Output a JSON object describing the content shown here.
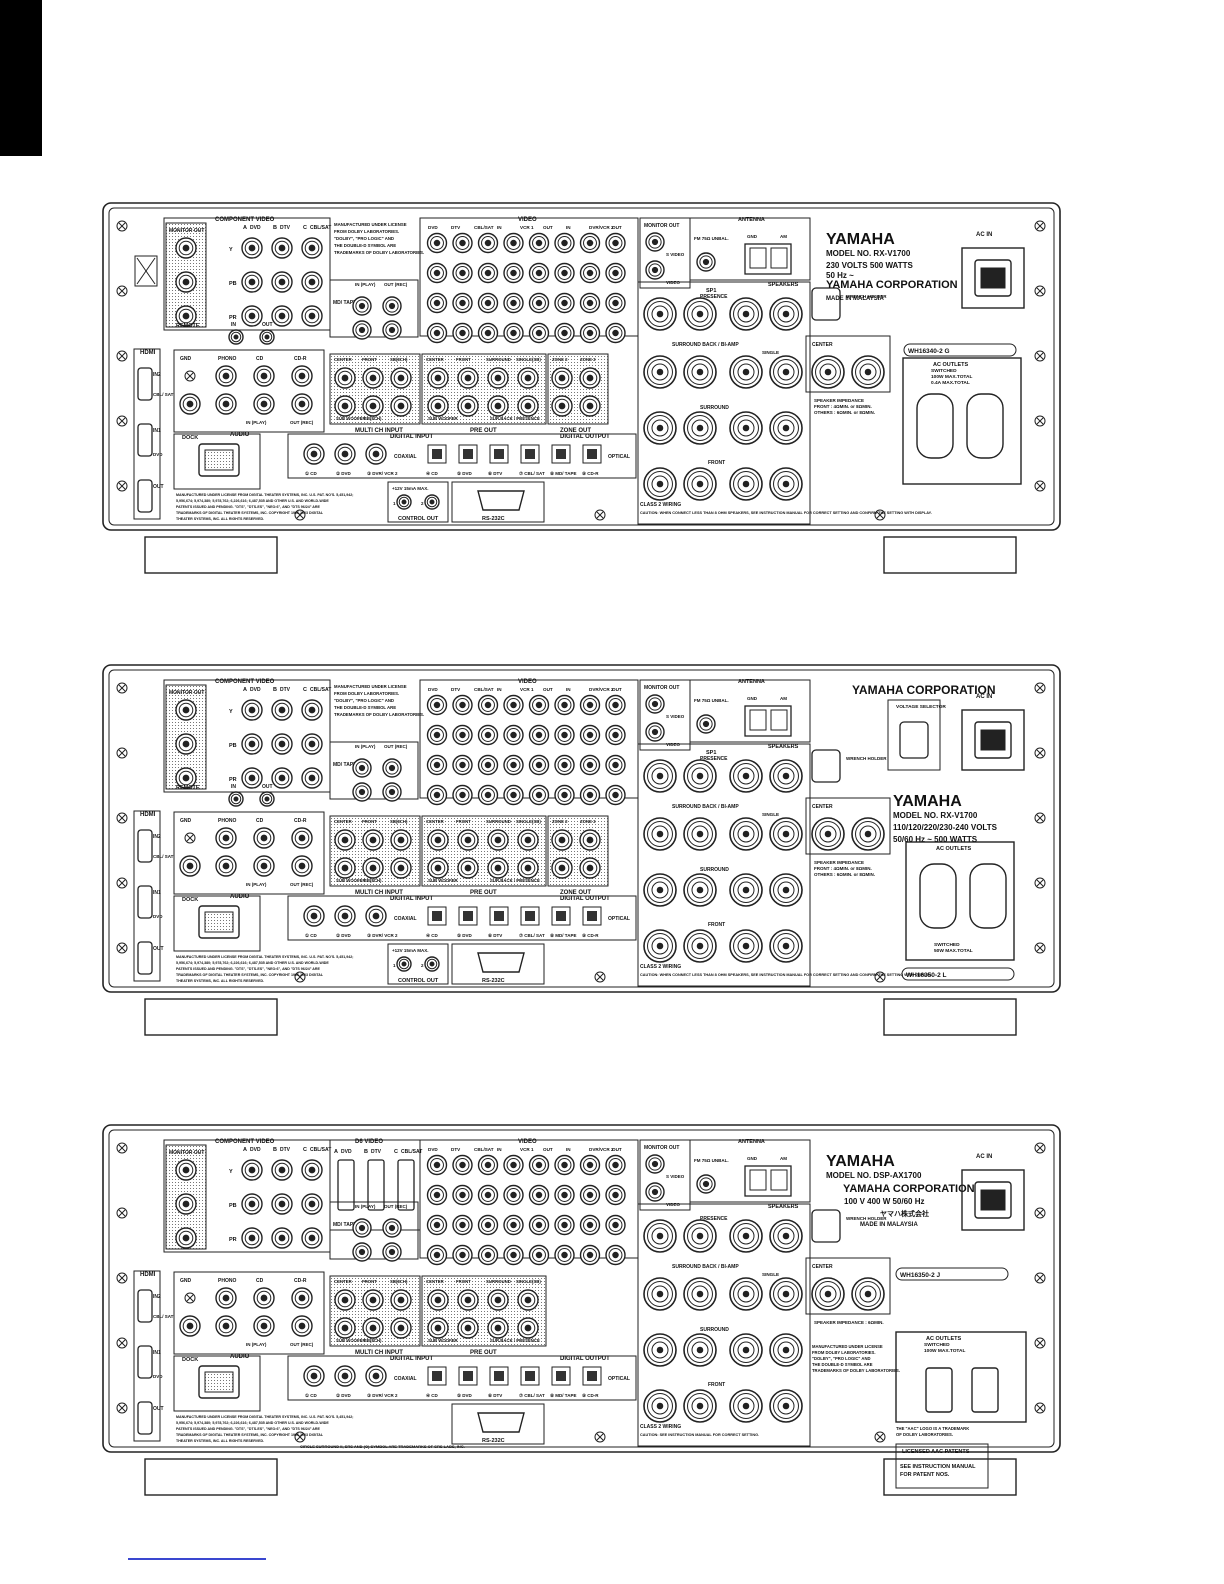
{
  "panels": [
    {
      "component_video": {
        "title": "COMPONENT VIDEO",
        "monitor_out": "MONITOR OUT",
        "inputs": [
          "DVD",
          "DTV",
          "CBL/SAT"
        ],
        "markers": [
          "A",
          "B",
          "C"
        ],
        "rows": [
          "Y",
          "PB",
          "PR"
        ]
      },
      "dolby_notice": [
        "MANUFACTURED UNDER LICENSE",
        "FROM DOLBY LABORATORIES.",
        "\"DOLBY\", \"PRO LOGIC\" AND",
        "THE DOUBLE-D SYMBOL ARE",
        "TRADEMARKS OF DOLBY LABORATORIES."
      ],
      "video": {
        "title": "VIDEO",
        "columns": [
          "DVD",
          "DTV",
          "CBL/SAT",
          "IN",
          "VCR 1",
          "OUT",
          "IN",
          "DVR/VCR 2",
          "OUT"
        ],
        "monitor_out": "MONITOR OUT",
        "s_video": "S VIDEO",
        "video": "VIDEO"
      },
      "md_tape": {
        "label": "MD/ TAPE",
        "in": "IN (PLAY)",
        "out": "OUT (REC)"
      },
      "remote": {
        "label": "REMOTE",
        "in": "IN",
        "out": "OUT"
      },
      "hdmi": {
        "label": "HDMI",
        "ports": [
          "IN2",
          "IN1",
          "OUT"
        ],
        "sub": [
          "CBL/ SAT",
          "DVD"
        ]
      },
      "audio": {
        "label": "AUDIO",
        "columns": [
          "GND",
          "PHONO",
          "CD",
          "CD-R"
        ],
        "sub": [
          "IN (PLAY)",
          "OUT (REC)"
        ]
      },
      "multi_ch": {
        "label": "MULTI CH INPUT",
        "columns": [
          "CENTER",
          "FRONT",
          "SB(8CH)",
          "SURROUND"
        ],
        "bottom": [
          "SUB WOOFER",
          "SB(8CH)"
        ]
      },
      "pre_out": {
        "label": "PRE OUT",
        "columns": [
          "CENTER",
          "FRONT",
          "SURROUND",
          "SINGLE(SB)"
        ],
        "bottom": [
          "SUB WOOFER",
          "SUR.BACK / PRESENCE"
        ]
      },
      "zone_out": {
        "label": "ZONE OUT",
        "columns": [
          "ZONE 2",
          "ZONE 3"
        ]
      },
      "dock": "DOCK",
      "digital_input": {
        "label": "DIGITAL INPUT",
        "coaxial": [
          "① CD",
          "② DVD",
          "③ DVR/ VCR 2"
        ],
        "coaxial_label": "COAXIAL",
        "optical": [
          "④ CD",
          "⑤ DVD",
          "⑥ DTV",
          "⑦ CBL/ SAT",
          "⑧ MD/ TAPE"
        ]
      },
      "digital_output": {
        "label": "DIGITAL OUTPUT",
        "items": [
          "⑨ CD-R"
        ],
        "optical": "OPTICAL"
      },
      "control_out": {
        "label": "CONTROL OUT",
        "spec": "+12V 15mA MAX.",
        "ports": [
          "1",
          "2"
        ]
      },
      "rs232c": "RS-232C",
      "dts_notice": [
        "MANUFACTURED UNDER LICENSE FROM DIGITAL THEATER SYSTEMS, INC. U.S. PAT. NO'S. 5,451,942;",
        "5,956,674; 5,974,380; 5,978,762; 6,226,616; 6,487,535 AND OTHER U.S. AND WORLD-WIDE",
        "PATENTS ISSUED AND PENDING. \"DTS\", \"DTS-ES\", \"NEO:6\", AND \"DTS 96/24\" ARE",
        "TRADEMARKS OF DIGITAL THEATER SYSTEMS, INC. COPYRIGHT 1996,2003 DIGITAL",
        "THEATER SYSTEMS, INC. ALL RIGHTS RESERVED."
      ],
      "antenna": {
        "label": "ANTENNA",
        "fm": "FM 75Ω UNBAL.",
        "gnd": "GND",
        "am": "AM"
      },
      "speakers": {
        "label": "SPEAKERS",
        "sp1": "SP1",
        "presence": "PRESENCE",
        "surround_back": "SURROUND BACK / BI-AMP",
        "single": "SINGLE",
        "center": "CENTER",
        "surround": "SURROUND",
        "front": "FRONT",
        "impedance": [
          "SPEAKER IMPEDANCE",
          "FRONT  : 4ΩMIN. or 8ΩMIN.",
          "OTHERS : 6ΩMIN. or 8ΩMIN."
        ],
        "class2": "CLASS 2 WIRING",
        "caution": "CAUTION: WHEN CONNECT LESS THAN 8 OHM SPEAKERS, SEE INSTRUCTION MANUAL FOR CORRECT SETTING AND CONFIRM THE SETTING WITH DISPLAY."
      },
      "wrench": "WRENCH HOLDER",
      "brand": "YAMAHA",
      "model": "MODEL NO.  RX-V1700",
      "ratings": [
        "230 VOLTS   500 WATTS",
        "50 Hz ~"
      ],
      "corporation": "YAMAHA CORPORATION",
      "origin": "MADE IN MALAYSIA",
      "label_code": "WH16340-2 G",
      "ac_in": "AC IN",
      "ac_outlets": {
        "label": "AC OUTLETS",
        "lines": [
          "SWITCHED",
          "100W MAX.TOTAL",
          "0.4A MAX.TOTAL"
        ]
      }
    },
    {
      "component_video": {
        "title": "COMPONENT VIDEO",
        "monitor_out": "MONITOR OUT",
        "inputs": [
          "DVD",
          "DTV",
          "CBL/SAT"
        ],
        "markers": [
          "A",
          "B",
          "C"
        ],
        "rows": [
          "Y",
          "PB",
          "PR"
        ]
      },
      "dolby_notice": [
        "MANUFACTURED UNDER LICENSE",
        "FROM DOLBY LABORATORIES.",
        "\"DOLBY\", \"PRO LOGIC\" AND",
        "THE DOUBLE-D SYMBOL ARE",
        "TRADEMARKS OF DOLBY LABORATORIES."
      ],
      "video": {
        "title": "VIDEO",
        "columns": [
          "DVD",
          "DTV",
          "CBL/SAT",
          "IN",
          "VCR 1",
          "OUT",
          "IN",
          "DVR/VCR 2",
          "OUT"
        ],
        "monitor_out": "MONITOR OUT",
        "s_video": "S VIDEO",
        "video": "VIDEO"
      },
      "md_tape": {
        "label": "MD/ TAPE",
        "in": "IN (PLAY)",
        "out": "OUT (REC)"
      },
      "remote": {
        "label": "REMOTE",
        "in": "IN",
        "out": "OUT"
      },
      "hdmi": {
        "label": "HDMI",
        "ports": [
          "IN2",
          "IN1",
          "OUT"
        ],
        "sub": [
          "CBL/ SAT",
          "DVD"
        ]
      },
      "audio": {
        "label": "AUDIO",
        "columns": [
          "GND",
          "PHONO",
          "CD",
          "CD-R"
        ],
        "sub": [
          "IN (PLAY)",
          "OUT (REC)"
        ]
      },
      "multi_ch": {
        "label": "MULTI CH INPUT",
        "columns": [
          "CENTER",
          "FRONT",
          "SB(8CH)",
          "SURROUND"
        ],
        "bottom": [
          "SUB WOOFER",
          "SB(8CH)"
        ]
      },
      "pre_out": {
        "label": "PRE OUT",
        "columns": [
          "CENTER",
          "FRONT",
          "SURROUND",
          "SINGLE(SB)"
        ],
        "bottom": [
          "SUB WOOFER",
          "SUR.BACK / PRESENCE"
        ]
      },
      "zone_out": {
        "label": "ZONE OUT",
        "columns": [
          "ZONE 2",
          "ZONE 3"
        ]
      },
      "dock": "DOCK",
      "digital_input": {
        "label": "DIGITAL INPUT",
        "coaxial": [
          "① CD",
          "② DVD",
          "③ DVR/ VCR 2"
        ],
        "coaxial_label": "COAXIAL",
        "optical": [
          "④ CD",
          "⑤ DVD",
          "⑥ DTV",
          "⑦ CBL/ SAT",
          "⑧ MD/ TAPE"
        ]
      },
      "digital_output": {
        "label": "DIGITAL OUTPUT",
        "items": [
          "⑨ CD-R"
        ],
        "optical": "OPTICAL"
      },
      "control_out": {
        "label": "CONTROL OUT",
        "spec": "+12V 15mA MAX.",
        "ports": [
          "1",
          "2"
        ]
      },
      "rs232c": "RS-232C",
      "dts_notice": [
        "MANUFACTURED UNDER LICENSE FROM DIGITAL THEATER SYSTEMS, INC. U.S. PAT. NO'S. 5,451,942;",
        "5,956,674; 5,974,380; 5,978,762; 6,226,616; 6,487,535 AND OTHER U.S. AND WORLD-WIDE",
        "PATENTS ISSUED AND PENDING. \"DTS\", \"DTS-ES\", \"NEO:6\", AND \"DTS 96/24\" ARE",
        "TRADEMARKS OF DIGITAL THEATER SYSTEMS, INC. COPYRIGHT 1996,2003 DIGITAL",
        "THEATER SYSTEMS, INC. ALL RIGHTS RESERVED."
      ],
      "antenna": {
        "label": "ANTENNA",
        "fm": "FM 75Ω UNBAL.",
        "gnd": "GND",
        "am": "AM"
      },
      "speakers": {
        "label": "SPEAKERS",
        "sp1": "SP1",
        "presence": "PRESENCE",
        "surround_back": "SURROUND BACK / BI-AMP",
        "single": "SINGLE",
        "center": "CENTER",
        "surround": "SURROUND",
        "front": "FRONT",
        "impedance": [
          "SPEAKER IMPEDANCE",
          "FRONT  : 4ΩMIN. or 8ΩMIN.",
          "OTHERS : 6ΩMIN. or 8ΩMIN."
        ],
        "class2": "CLASS 2 WIRING",
        "caution": "CAUTION: WHEN CONNECT LESS THAN 8 OHM SPEAKERS, SEE INSTRUCTION MANUAL FOR CORRECT SETTING AND CONFIRM THE SETTING WITH DISPLAY."
      },
      "wrench": "WRENCH HOLDER",
      "corporation": "YAMAHA CORPORATION",
      "voltage_selector": "VOLTAGE SELECTOR",
      "brand": "YAMAHA",
      "model": "MODEL NO.  RX-V1700",
      "ratings": [
        "110/120/220/230-240 VOLTS",
        "50/60 Hz ~   500 WATTS"
      ],
      "label_code": "WH16350-2 L",
      "ac_in": "AC IN",
      "ac_outlets": {
        "label": "AC OUTLETS",
        "lines": [
          "SWITCHED",
          "50W MAX.TOTAL"
        ]
      }
    },
    {
      "component_video": {
        "title": "COMPONENT VIDEO",
        "monitor_out": "MONITOR OUT",
        "inputs": [
          "DVD",
          "DTV",
          "CBL/SAT"
        ],
        "markers": [
          "A",
          "B",
          "C"
        ],
        "rows": [
          "Y",
          "PB",
          "PR"
        ]
      },
      "d6_video": {
        "label": "D6 VIDEO",
        "inputs": [
          "DVD",
          "DTV",
          "CBL/SAT"
        ],
        "markers": [
          "A",
          "B",
          "C"
        ],
        "side": "D6 VIDEO"
      },
      "video": {
        "title": "VIDEO",
        "columns": [
          "DVD",
          "DTV",
          "CBL/SAT",
          "IN",
          "VCR 1",
          "OUT",
          "IN",
          "DVR/VCR 2",
          "OUT"
        ],
        "monitor_out": "MONITOR OUT",
        "s_video": "S VIDEO",
        "video": "VIDEO"
      },
      "md_tape": {
        "label": "MD/ TAPE",
        "in": "IN (PLAY)",
        "out": "OUT (REC)"
      },
      "hdmi": {
        "label": "HDMI",
        "ports": [
          "IN2",
          "IN1",
          "OUT"
        ],
        "sub": [
          "CBL/ SAT",
          "DVD"
        ]
      },
      "audio": {
        "label": "AUDIO",
        "columns": [
          "GND",
          "PHONO",
          "CD",
          "CD-R"
        ],
        "sub": [
          "IN (PLAY)",
          "OUT (REC)"
        ]
      },
      "multi_ch": {
        "label": "MULTI CH INPUT",
        "columns": [
          "CENTER",
          "FRONT",
          "SB(8CH)",
          "SURROUND"
        ],
        "bottom": [
          "SUB WOOFER",
          "SB(8CH)"
        ]
      },
      "pre_out": {
        "label": "PRE OUT",
        "columns": [
          "CENTER",
          "FRONT",
          "SURROUND",
          "SINGLE(SB)"
        ],
        "bottom": [
          "SUB WOOFER",
          "SUR.BACK / PRESENCE"
        ]
      },
      "dock": "DOCK",
      "digital_input": {
        "label": "DIGITAL INPUT",
        "coaxial": [
          "① CD",
          "② DVD",
          "③ DVR/ VCR 2"
        ],
        "coaxial_label": "COAXIAL",
        "optical": [
          "④ CD",
          "⑤ DVD",
          "⑥ DTV",
          "⑦ CBL/ SAT",
          "⑧ MD/ TAPE"
        ]
      },
      "digital_output": {
        "label": "DIGITAL OUTPUT",
        "items": [
          "⑨ CD-R"
        ],
        "optical": "OPTICAL"
      },
      "rs232c": "RS-232C",
      "dts_notice": [
        "MANUFACTURED UNDER LICENSE FROM DIGITAL THEATER SYSTEMS, INC. U.S. PAT. NO'S. 5,451,942;",
        "5,956,674; 5,974,380; 5,978,762; 6,226,616; 6,487,535 AND OTHER U.S. AND WORLD-WIDE",
        "PATENTS ISSUED AND PENDING. \"DTS\", \"DTS-ES\", \"NEO:6\", AND \"DTS 96/24\" ARE",
        "TRADEMARKS OF DIGITAL THEATER SYSTEMS, INC. COPYRIGHT 1996,2003 DIGITAL",
        "THEATER SYSTEMS, INC. ALL RIGHTS RESERVED."
      ],
      "srs_notice": "CIRCLE SURROUND II, SRS AND (O) SYMBOL ARE TRADEMARKS OF SRS LABS, INC.",
      "antenna": {
        "label": "ANTENNA",
        "fm": "FM 75Ω UNBAL.",
        "gnd": "GND",
        "am": "AM"
      },
      "speakers": {
        "label": "SPEAKERS",
        "presence": "PRESENCE",
        "surround_back": "SURROUND BACK / BI-AMP",
        "single": "SINGLE",
        "center": "CENTER",
        "surround": "SURROUND",
        "front": "FRONT",
        "impedance": [
          "SPEAKER IMPEDANCE : 6ΩMIN."
        ],
        "class2": "CLASS 2 WIRING",
        "caution": "CAUTION: SEE INSTRUCTION MANUAL FOR CORRECT SETTING."
      },
      "dolby_notice": [
        "MANUFACTURED UNDER LICENSE",
        "FROM DOLBY LABORATORIES.",
        "\"DOLBY\", \"PRO LOGIC\" AND",
        "THE DOUBLE-D SYMBOL ARE",
        "TRADEMARKS OF DOLBY LABORATORIES."
      ],
      "wrench": "WRENCH HOLDER",
      "brand": "YAMAHA",
      "model": "MODEL NO.  DSP-AX1700",
      "corporation": "YAMAHA CORPORATION",
      "ratings": [
        "100 V   400 W   50/60 Hz"
      ],
      "jp_name": "ヤマハ株式会社",
      "origin": "MADE IN MALAYSIA",
      "label_code": "WH16350-2 J",
      "ac_in": "AC IN",
      "ac_outlets": {
        "label": "AC OUTLETS",
        "lines": [
          "SWITCHED",
          "100W MAX.TOTAL"
        ]
      },
      "aac": [
        "THE \"AAC\" LOGO IS A TRADEMARK",
        "OF DOLBY LABORATORIES."
      ],
      "aac_patents": "LICENSED AAC PATENTS",
      "manual_note": [
        "SEE INSTRUCTION MANUAL",
        "FOR PATENT NOS."
      ]
    }
  ]
}
